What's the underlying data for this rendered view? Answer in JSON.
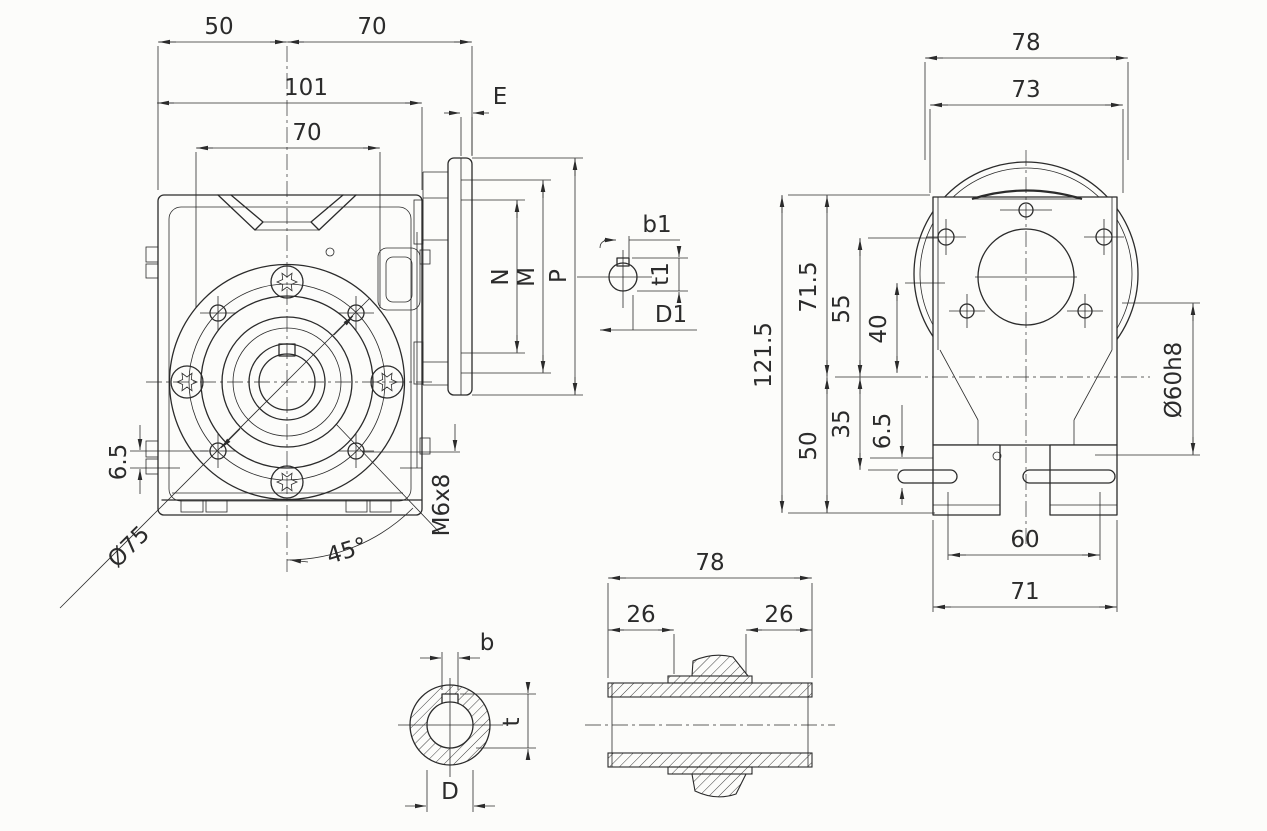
{
  "drawing": {
    "type": "worm-gearbox-dimension-drawing",
    "front_view": {
      "dims": {
        "top_left": "50",
        "top_right": "70",
        "overall_width": "101",
        "slot_spacing": "70",
        "hole_offset": "6.5",
        "bolt_circle": "Ø75",
        "hole_angle": "45°",
        "tapped_hole": "M6x8"
      }
    },
    "side_view": {
      "dims": {
        "e": "E",
        "n": "N",
        "m": "M",
        "p": "P"
      }
    },
    "input_shaft_detail": {
      "dims": {
        "key_width": "b1",
        "key_depth": "t1",
        "shaft_dia": "D1"
      }
    },
    "rear_view": {
      "dims": {
        "width_overall": "78",
        "width_flange": "73",
        "height_overall": "121.5",
        "height_upper": "71.5",
        "axis_height": "50",
        "flange_hole_height": "55",
        "lower_height": "35",
        "hole_span": "40",
        "slot_offset": "6.5",
        "wheel_housing_dia": "Ø60h8",
        "slot_span": "60",
        "foot_width": "71"
      }
    },
    "hollow_shaft_bore_detail": {
      "dims": {
        "key_width": "b",
        "key_depth": "t",
        "bore_dia": "D"
      }
    },
    "hollow_shaft_section": {
      "dims": {
        "length": "78",
        "hub_left": "26",
        "hub_right": "26"
      }
    },
    "colors": {
      "line": "#2b2b2b",
      "background": "#fcfcfa"
    }
  }
}
